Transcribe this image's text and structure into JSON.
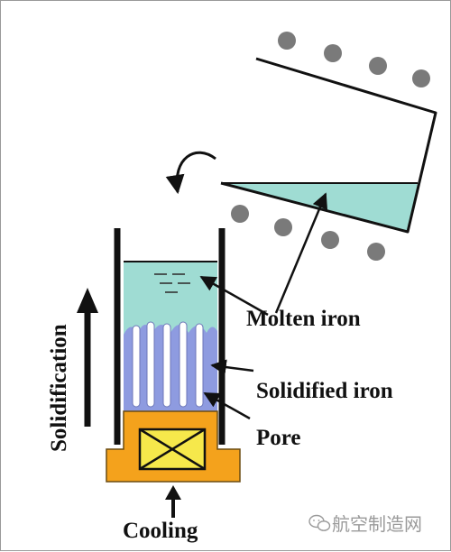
{
  "colors": {
    "molten": "#9fdcd3",
    "molten_dark": "#7ccfc4",
    "solid": "#8e9be0",
    "base": "#f4a21c",
    "base_stroke": "#6b4c12",
    "box": "#f6e84b",
    "wall": "#111111",
    "ball": "#7a7a7a",
    "watermark": "#9a9a9a"
  },
  "labels": {
    "molten_iron": "Molten iron",
    "solidified_iron": "Solidified iron",
    "pore": "Pore",
    "cooling": "Cooling",
    "solidification": "Solidification"
  },
  "watermark": {
    "text": "航空制造网",
    "icon": "wechat-icon"
  }
}
